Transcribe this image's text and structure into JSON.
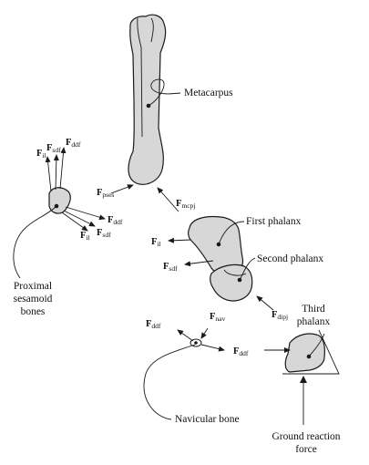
{
  "labels": {
    "metacarpus": "Metacarpus",
    "first_phalanx": "First phalanx",
    "second_phalanx": "Second phalanx",
    "third_phalanx_1": "Third",
    "third_phalanx_2": "phalanx",
    "proximal_1": "Proximal",
    "proximal_2": "sesamoid",
    "proximal_3": "bones",
    "navicular": "Navicular bone",
    "ground_1": "Ground reaction",
    "ground_2": "force"
  },
  "forces": {
    "F": "F",
    "il": "il",
    "sdf": "sdf",
    "ddf": "ddf",
    "pses": "pses",
    "mcpj": "mcpj",
    "nav": "nav",
    "dipj": "dipj"
  }
}
